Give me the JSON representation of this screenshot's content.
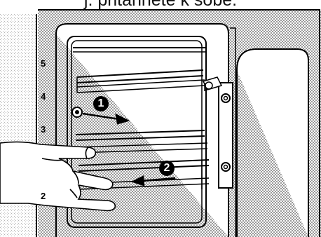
{
  "caption": {
    "text": "j. přitáhněte k sobě."
  },
  "shelf_levels": [
    "5",
    "4",
    "3",
    "2"
  ],
  "steps": {
    "first": "1",
    "second": "2"
  },
  "colors": {
    "line": "#000000",
    "hatch": "#a8a8a8",
    "background": "#ffffff"
  },
  "icons": {
    "step_marker": "black-circle-number",
    "arrow": "right-arrow"
  }
}
